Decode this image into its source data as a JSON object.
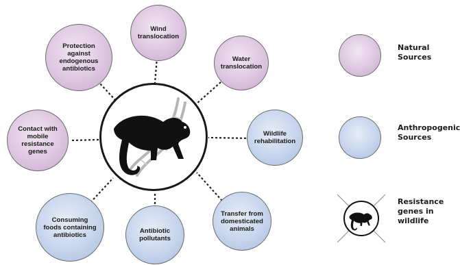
{
  "center": {
    "icon": "monkey-with-dna-icon"
  },
  "nodes": {
    "wind": "Wind translocation",
    "water": "Water translocation",
    "wildlife": "Wildlife rehabilitation",
    "transfer": "Transfer from domesticated animals",
    "antibiotic": "Antibiotic pollutants",
    "consuming": "Consuming foods containing antibiotics",
    "contact": "Contact with mobile resistance genes",
    "protection": "Protection against endogenous antibiotics"
  },
  "legend": {
    "natural": "Natural Sources",
    "anthropogenic": "Anthropogenic Sources",
    "resistance": "Resistance genes in wildlife"
  },
  "colors": {
    "natural": "#d8bfdc",
    "anthropogenic": "#c3d2ec",
    "outline": "#1a1a1a"
  }
}
